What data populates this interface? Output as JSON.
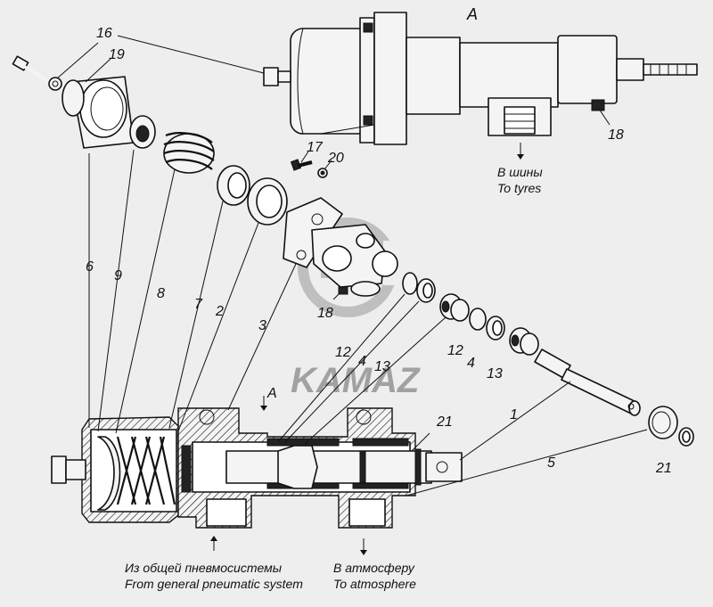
{
  "view_label": "А",
  "section_marker": "А",
  "part_numbers": {
    "n1": "1",
    "n2": "2",
    "n3": "3",
    "n4a": "4",
    "n4b": "4",
    "n5": "5",
    "n6": "6",
    "n7": "7",
    "n8": "8",
    "n9": "9",
    "n12a": "12",
    "n12b": "12",
    "n13a": "13",
    "n13b": "13",
    "n16": "16",
    "n17": "17",
    "n18a": "18",
    "n18b": "18",
    "n19": "19",
    "n20": "20",
    "n21a": "21",
    "n21b": "21"
  },
  "captions": {
    "tyres_ru": "В шины",
    "tyres_en": "To tyres",
    "source_ru": "Из общей пневмосистемы",
    "source_en": "From general pneumatic system",
    "atm_ru": "В атмосферу",
    "atm_en": "To atmosphere"
  },
  "watermark": "KAMAZ",
  "colors": {
    "ink": "#111111",
    "paper": "#eeeeee",
    "watermark": "#9a9a9a"
  }
}
